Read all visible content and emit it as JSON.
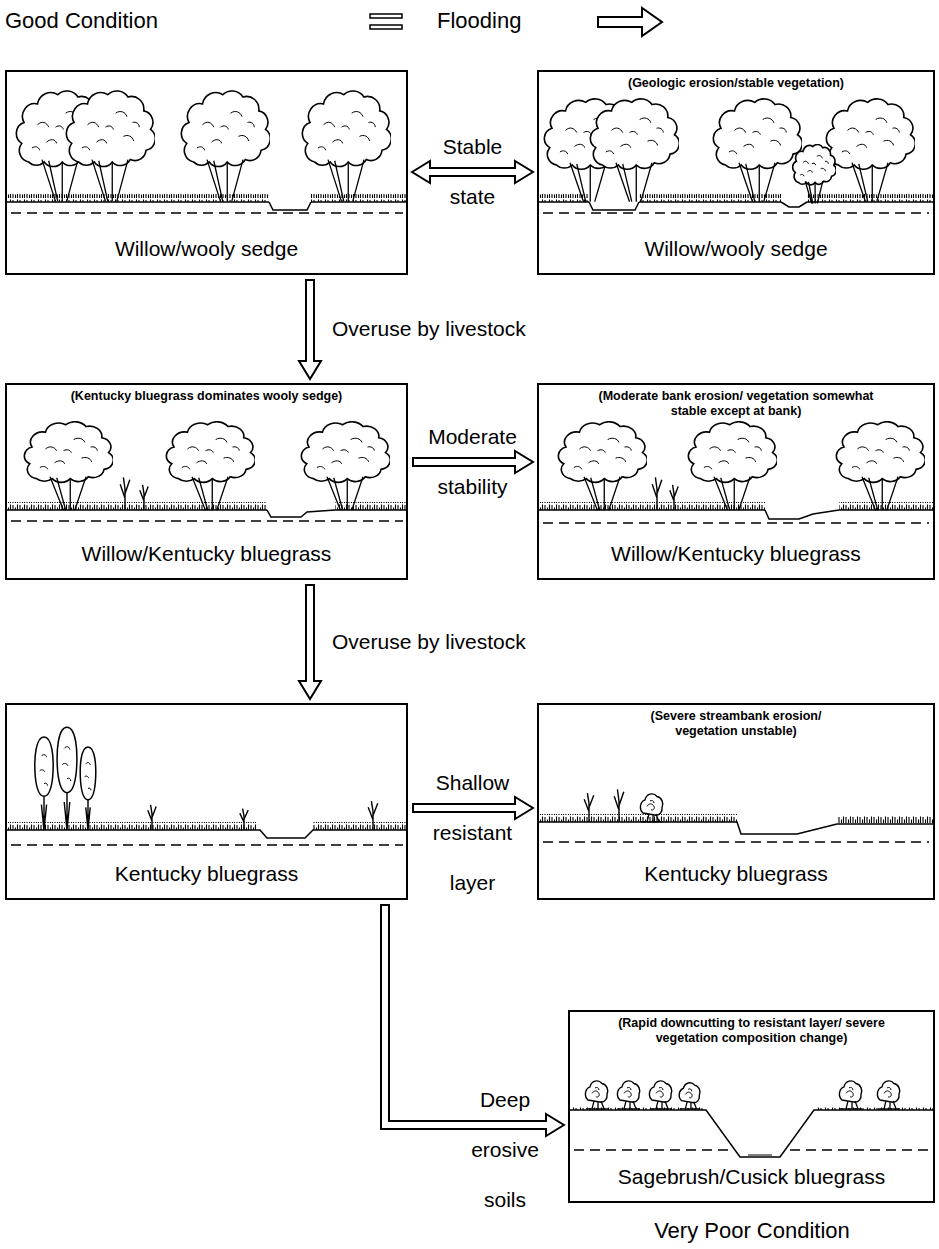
{
  "diagram": {
    "nodes": [
      {
        "text": [
          "Willow/wooly sedge"
        ]
      },
      {
        "text": [
          "(Geologic erosion/stable vegetation)",
          "Willow/wooly sedge"
        ]
      },
      {
        "text": [
          "(Kentucky bluegrass dominates wooly sedge)",
          "Willow/Kentucky bluegrass"
        ]
      },
      {
        "text": [
          "(Moderate bank erosion/ vegetation somewhat stable except at bank)",
          "Willow/Kentucky bluegrass"
        ]
      },
      {
        "text": [
          "Kentucky bluegrass"
        ]
      },
      {
        "text": [
          "(Severe streambank erosion/ vegetation unstable)",
          "Kentucky bluegrass"
        ]
      },
      {
        "text": [
          "(Rapid downcutting to resistant layer/ severe vegetation composition change)",
          "Sagebrush/Cusick bluegrass"
        ]
      }
    ],
    "edges": [
      {
        "from": 0,
        "to": 1,
        "arrow": "both",
        "label": "Stable state"
      },
      {
        "from": 0,
        "to": 2,
        "arrow": "to",
        "label": "Overuse by livestock"
      },
      {
        "from": 2,
        "to": 3,
        "arrow": "to",
        "label": "Moderate stability"
      },
      {
        "from": 2,
        "to": 4,
        "arrow": "to",
        "label": "Overuse by livestock"
      },
      {
        "from": 4,
        "to": 5,
        "arrow": "to",
        "label": "Shallow resistant layer"
      },
      {
        "from": 4,
        "to": 6,
        "arrow": "to",
        "label": "Deep erosive soils"
      }
    ],
    "labels": [
      "Good Condition",
      "Flooding",
      "Very Poor Condition"
    ]
  }
}
